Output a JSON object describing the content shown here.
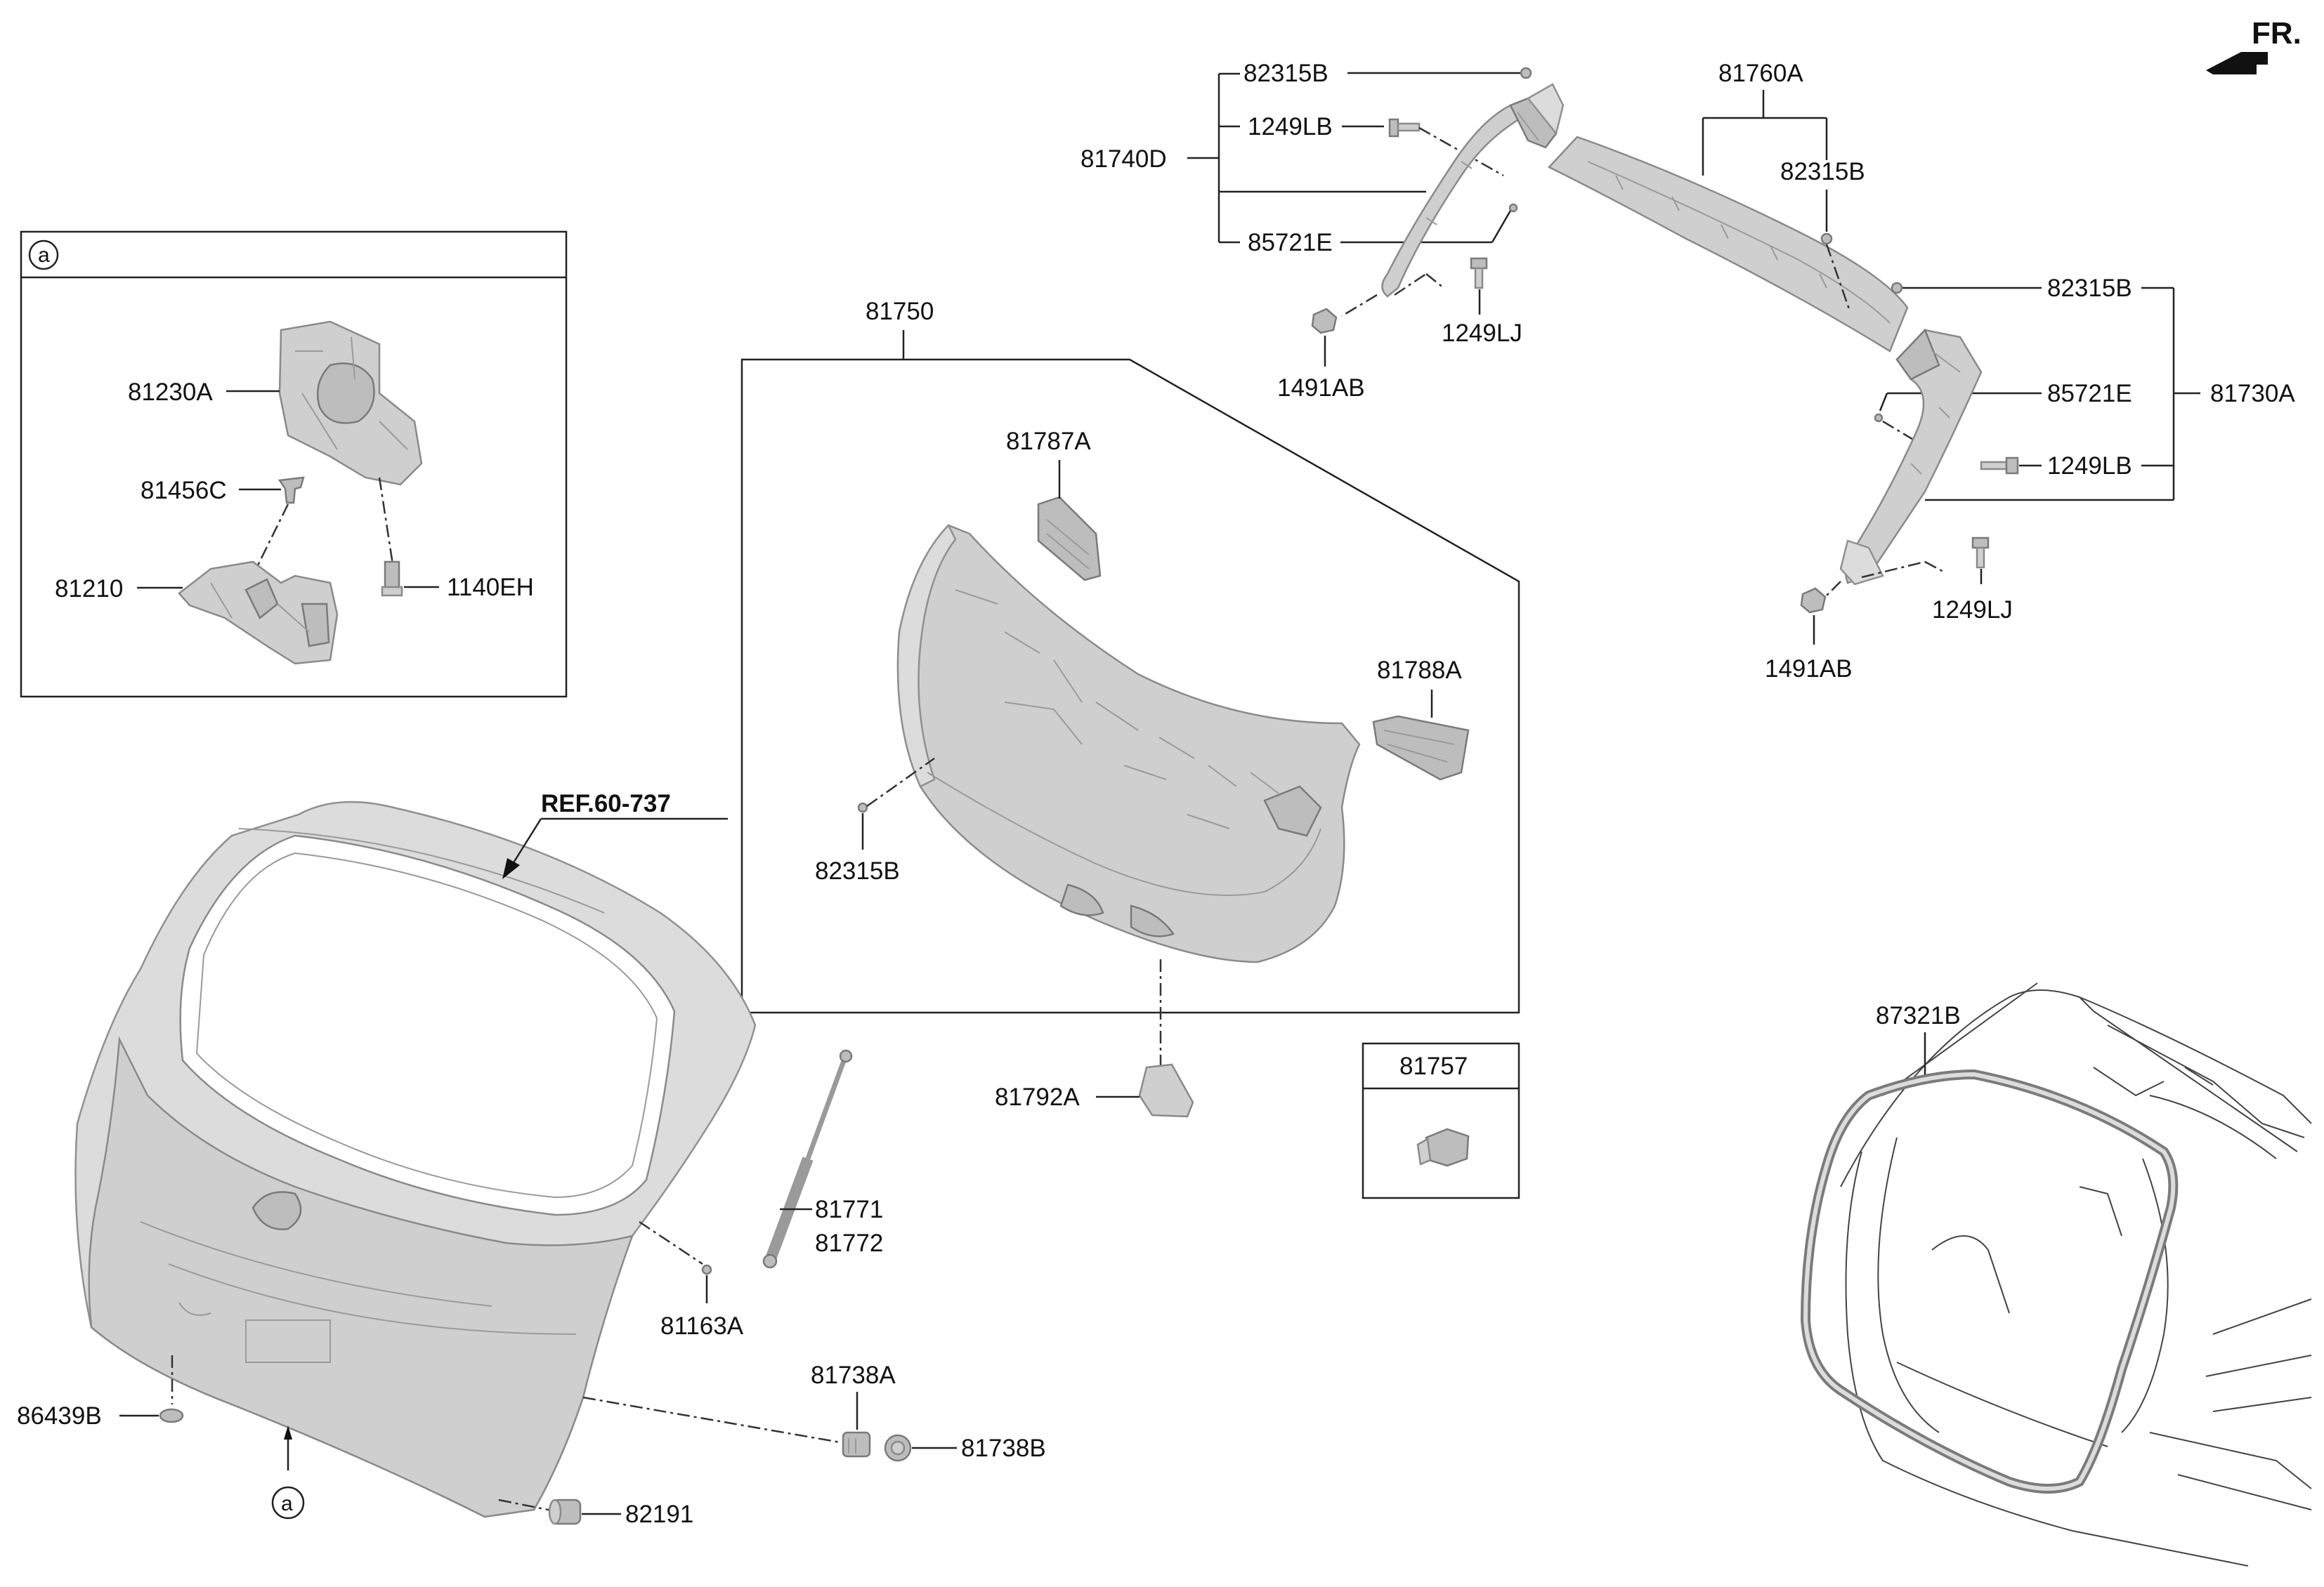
{
  "header": {
    "direction_label": "FR."
  },
  "inset_a": {
    "badge": "a"
  },
  "labels": {
    "p81230A": "81230A",
    "p81456C": "81456C",
    "p81210": "81210",
    "p1140EH": "1140EH",
    "p81750": "81750",
    "p81787A": "81787A",
    "p81788A": "81788A",
    "p82315B_trim": "82315B",
    "p81792A": "81792A",
    "p81757": "81757",
    "p82315B_top": "82315B",
    "p1249LB_left": "1249LB",
    "p81740D": "81740D",
    "p85721E_left": "85721E",
    "p1249LJ_left": "1249LJ",
    "p1491AB_left": "1491AB",
    "p81760A": "81760A",
    "p82315B_mid": "82315B",
    "p82315B_right": "82315B",
    "p85721E_right": "85721E",
    "p81730A": "81730A",
    "p1249LB_right": "1249LB",
    "p1249LJ_right": "1249LJ",
    "p1491AB_right": "1491AB",
    "ref": "REF.60-737",
    "p81771": "81771",
    "p81772": "81772",
    "p81163A": "81163A",
    "p81738A": "81738A",
    "p81738B": "81738B",
    "p86439B": "86439B",
    "p82191": "82191",
    "p87321B": "87321B",
    "badge_a_bottom": "a"
  }
}
